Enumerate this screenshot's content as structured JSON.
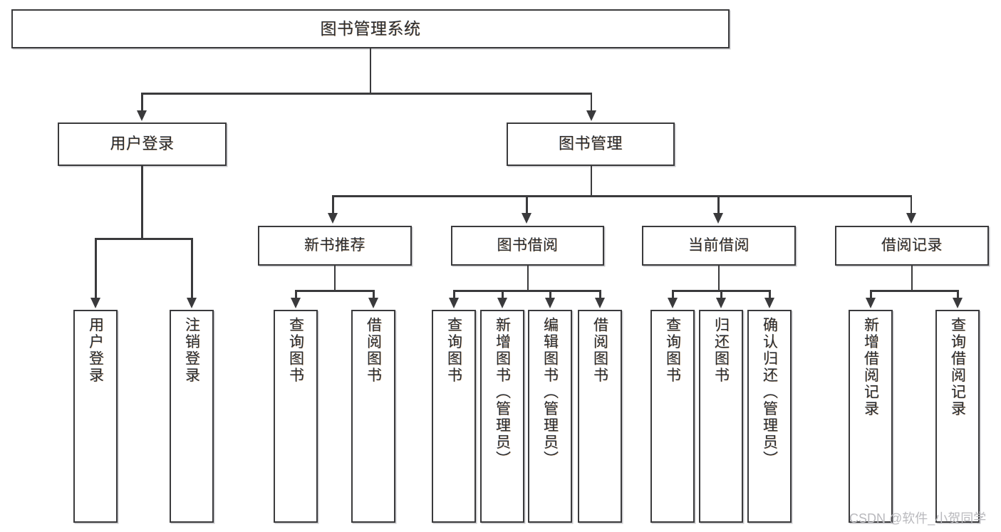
{
  "diagram": {
    "title": "图书管理系统",
    "type": "tree",
    "root": {
      "label": "图书管理系统"
    },
    "level2": [
      {
        "label": "用户登录"
      },
      {
        "label": "图书管理"
      }
    ],
    "level3": [
      {
        "label": "新书推荐"
      },
      {
        "label": "图书借阅"
      },
      {
        "label": "当前借阅"
      },
      {
        "label": "借阅记录"
      }
    ],
    "leaves": {
      "user_login": [
        {
          "label": "用户登录"
        },
        {
          "label": "注销登录"
        }
      ],
      "new_book_recommend": [
        {
          "label": "查询图书"
        },
        {
          "label": "借阅图书"
        }
      ],
      "book_borrow": [
        {
          "label": "查询图书"
        },
        {
          "label": "新增图书（管理员）"
        },
        {
          "label": "编辑图书（管理员）"
        },
        {
          "label": "借阅图书"
        }
      ],
      "current_borrow": [
        {
          "label": "查询图书"
        },
        {
          "label": "归还图书"
        },
        {
          "label": "确认归还（管理员）"
        }
      ],
      "borrow_record": [
        {
          "label": "新增借阅记录"
        },
        {
          "label": "查询借阅记录"
        }
      ]
    }
  },
  "watermark": {
    "text": "CSDN @软件_小贺同学"
  },
  "colors": {
    "stroke": "#3a3a3c",
    "text": "#2b2b2d",
    "background": "#ffffff",
    "shadow": "#c9c9cc",
    "watermark": "#b9b9bd"
  }
}
